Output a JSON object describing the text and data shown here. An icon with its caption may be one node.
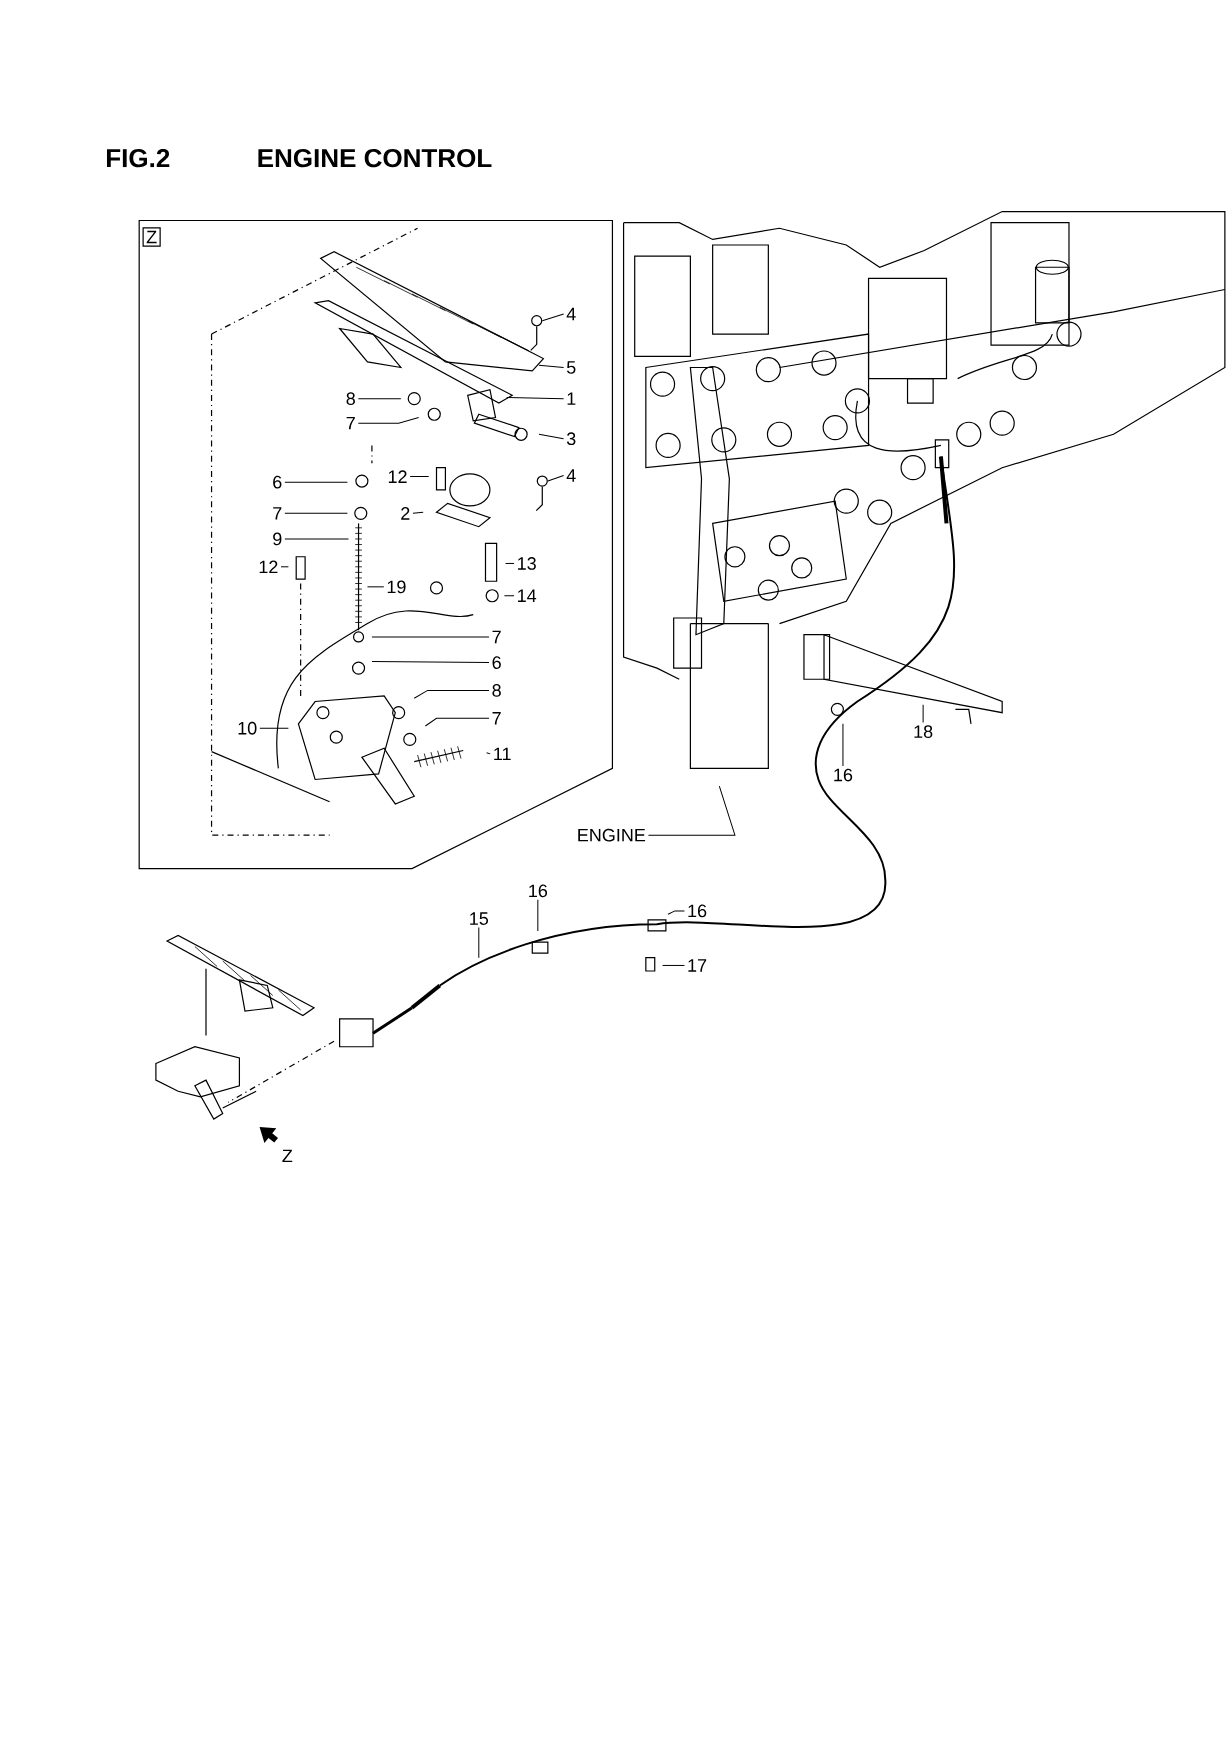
{
  "diagram": {
    "title": "ENGINE CONTROL",
    "nodes": [
      {
        "text": [
          "Z"
        ]
      },
      {
        "text": [
          "4"
        ],
        "in": 0
      },
      {
        "text": [
          "5"
        ],
        "in": 0
      },
      {
        "text": [
          "1"
        ],
        "in": 0
      },
      {
        "text": [
          "8"
        ],
        "in": 0
      },
      {
        "text": [
          "7"
        ],
        "in": 0
      },
      {
        "text": [
          "3"
        ],
        "in": 0
      },
      {
        "text": [
          "4"
        ],
        "in": 0
      },
      {
        "text": [
          "6"
        ],
        "in": 0
      },
      {
        "text": [
          "12"
        ],
        "in": 0
      },
      {
        "text": [
          "7"
        ],
        "in": 0
      },
      {
        "text": [
          "2"
        ],
        "in": 0
      },
      {
        "text": [
          "9"
        ],
        "in": 0
      },
      {
        "text": [
          "12"
        ],
        "in": 0
      },
      {
        "text": [
          "13"
        ],
        "in": 0
      },
      {
        "text": [
          "19"
        ],
        "in": 0
      },
      {
        "text": [
          "14"
        ],
        "in": 0
      },
      {
        "text": [
          "7"
        ],
        "in": 0
      },
      {
        "text": [
          "6"
        ],
        "in": 0
      },
      {
        "text": [
          "8"
        ],
        "in": 0
      },
      {
        "text": [
          "7"
        ],
        "in": 0
      },
      {
        "text": [
          "10"
        ],
        "in": 0
      },
      {
        "text": [
          "11"
        ],
        "in": 0
      },
      {
        "text": [
          "18"
        ]
      },
      {
        "text": [
          "16"
        ]
      },
      {
        "text": [
          "ENGINE"
        ]
      },
      {
        "text": [
          "15"
        ]
      },
      {
        "text": [
          "16"
        ]
      },
      {
        "text": [
          "16"
        ]
      },
      {
        "text": [
          "17"
        ]
      },
      {
        "text": [],
        "shape": "picture",
        "in": 0
      },
      {
        "text": [],
        "shape": "picture",
        "in": 0
      }
    ],
    "edges": [
      {
        "from": 1,
        "to": 30,
        "arrow": "none"
      },
      {
        "from": 2,
        "to": null,
        "arrow": "none"
      },
      {
        "from": 3,
        "to": null,
        "arrow": "none"
      },
      {
        "from": 4,
        "to": null,
        "arrow": "none"
      },
      {
        "from": 5,
        "to": null,
        "arrow": "none"
      },
      {
        "from": 6,
        "to": null,
        "arrow": "none"
      },
      {
        "from": 7,
        "to": 31,
        "arrow": "none"
      },
      {
        "from": 8,
        "to": null,
        "arrow": "none"
      },
      {
        "from": 9,
        "to": null,
        "arrow": "none"
      },
      {
        "from": 10,
        "to": null,
        "arrow": "none"
      },
      {
        "from": 11,
        "to": null,
        "arrow": "none"
      },
      {
        "from": 12,
        "to": null,
        "arrow": "none"
      },
      {
        "from": 13,
        "to": null,
        "arrow": "none"
      },
      {
        "from": 14,
        "to": null,
        "arrow": "none"
      },
      {
        "from": 15,
        "to": null,
        "arrow": "none"
      },
      {
        "from": 16,
        "to": null,
        "arrow": "none"
      },
      {
        "from": 17,
        "to": null,
        "arrow": "none"
      },
      {
        "from": 18,
        "to": null,
        "arrow": "none"
      },
      {
        "from": 19,
        "to": null,
        "arrow": "none"
      },
      {
        "from": 20,
        "to": null,
        "arrow": "none"
      },
      {
        "from": 21,
        "to": null,
        "arrow": "none"
      },
      {
        "from": 22,
        "to": null,
        "arrow": "none"
      },
      {
        "from": 23,
        "to": null,
        "arrow": "none"
      },
      {
        "from": 24,
        "to": null,
        "arrow": "none"
      },
      {
        "from": 25,
        "to": null,
        "arrow": "none"
      },
      {
        "from": 26,
        "to": null,
        "arrow": "none"
      },
      {
        "from": 27,
        "to": null,
        "arrow": "none"
      },
      {
        "from": 28,
        "to": null,
        "arrow": "none"
      },
      {
        "from": 29,
        "to": null,
        "arrow": "none"
      }
    ],
    "labels": [
      "FIG.2",
      "Z"
    ]
  }
}
